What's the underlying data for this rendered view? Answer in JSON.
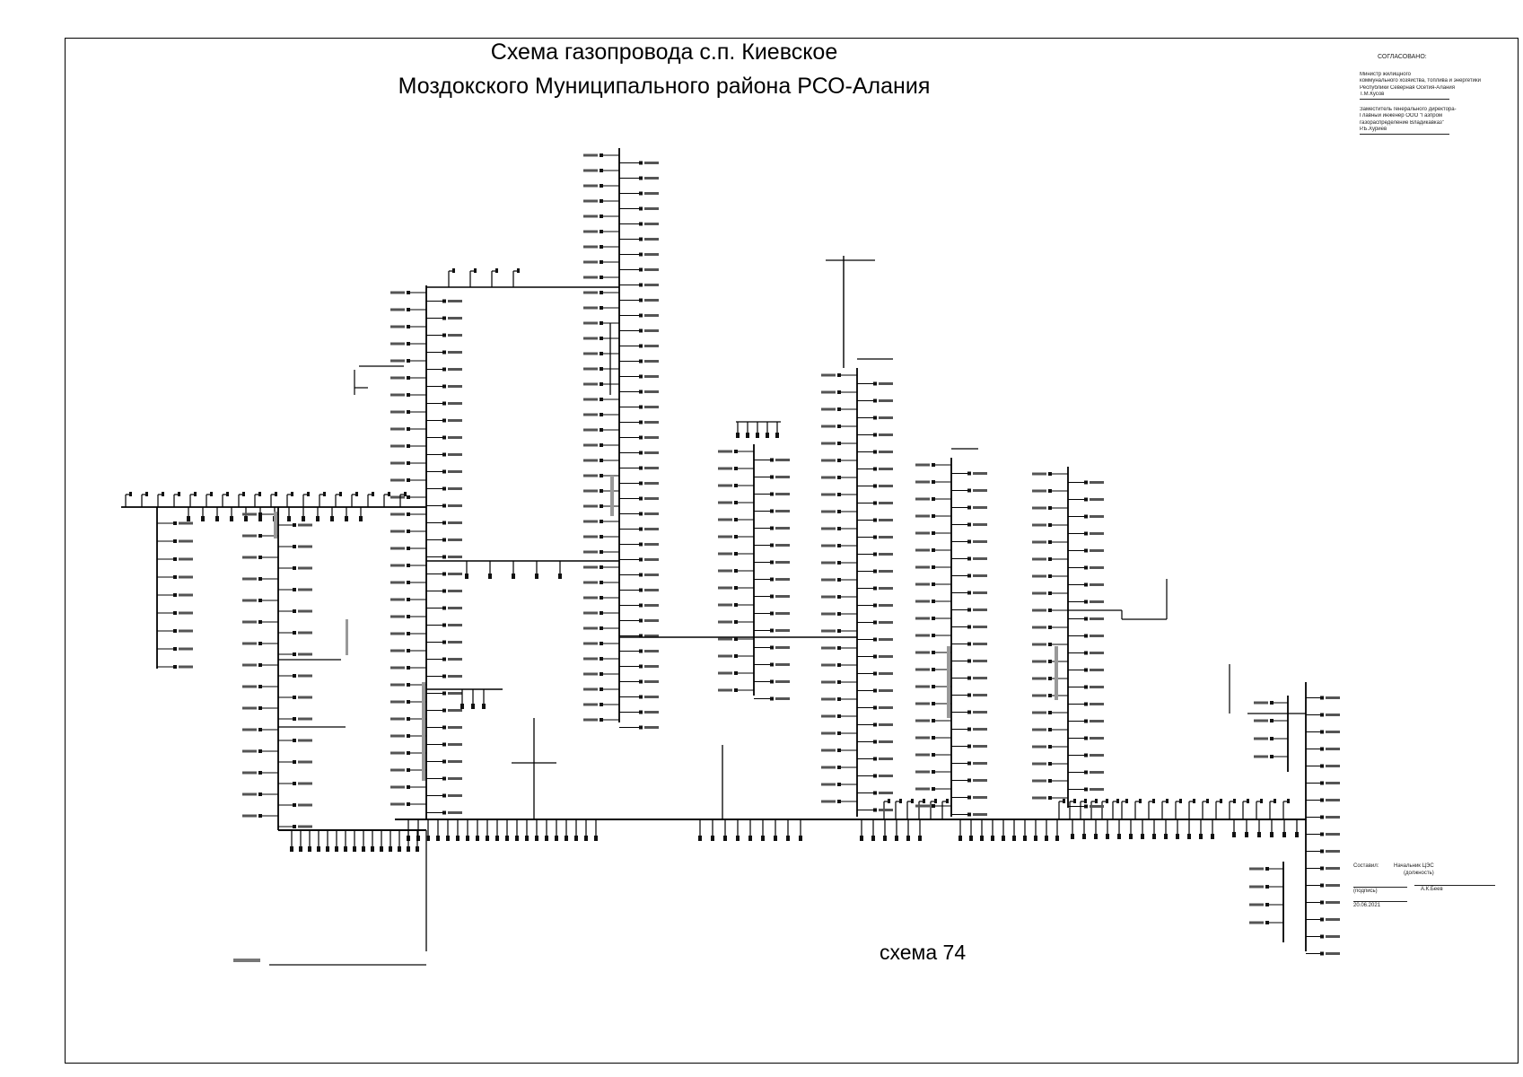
{
  "title": {
    "line1": "Схема газопровода с.п. Киевское",
    "line2": "Моздокского  Муниципального района РСО-Алания"
  },
  "approval": {
    "header": "СОГЛАСОВАНО:",
    "minister_lines": [
      "Министр жилищного",
      "коммунального хозяйства, топлива и энергетики",
      "Республики Северная Осетия-Алания"
    ],
    "minister_sign": "Т.М.Кусов",
    "deputy_lines": [
      "Заместитель генерального директора-",
      "Главный инженер ООО \"Газпром",
      "газораспределение Владикавказ\""
    ],
    "deputy_sign": "Р.Б.Хуриев"
  },
  "compiled": {
    "label": "Составил:",
    "position": "Начальник ЦЭС",
    "position_note": "(должность)",
    "sign_note": "(подпись)",
    "name": "А.К.Беев",
    "date": "20.06.2021"
  },
  "scheme_number": "схема 74"
}
